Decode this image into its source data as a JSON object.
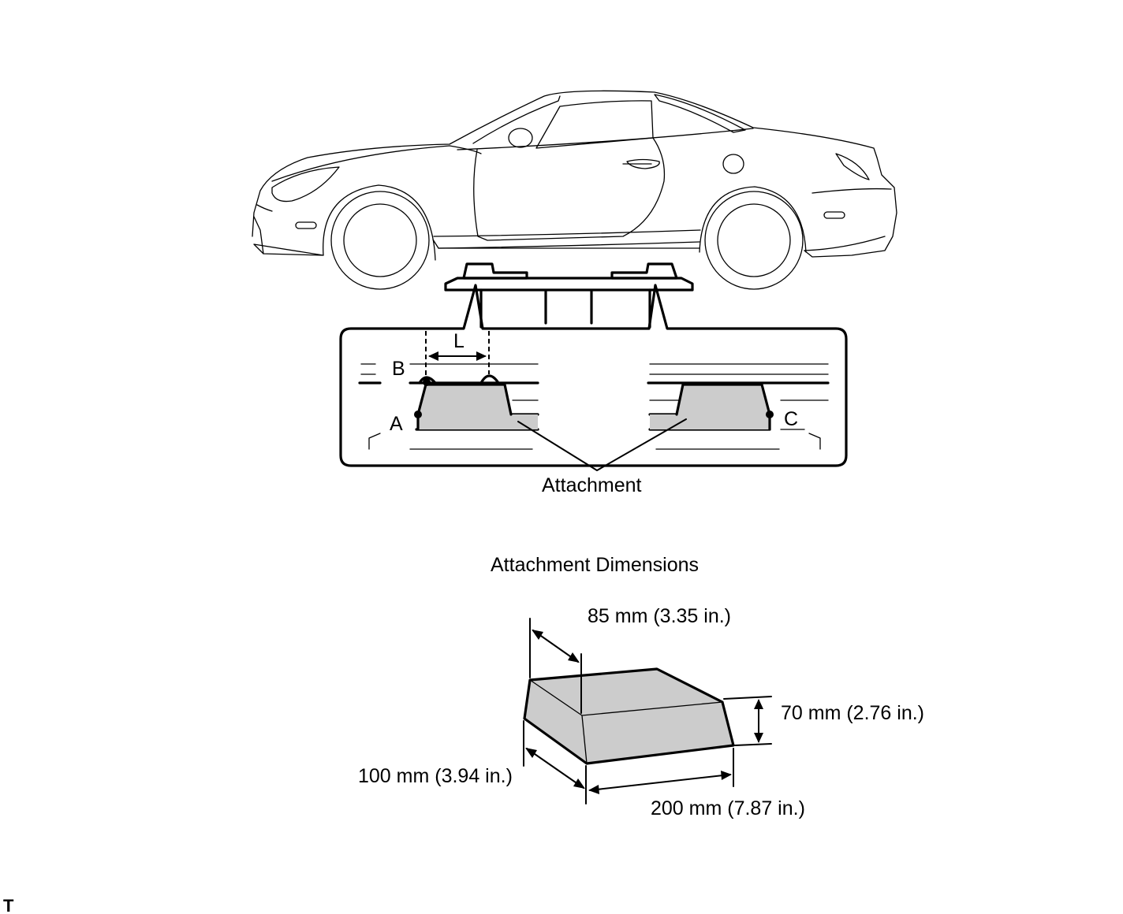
{
  "labels": {
    "point_a": "A",
    "point_b": "B",
    "point_c": "C",
    "distance_l": "L",
    "attachment": "Attachment"
  },
  "dimensions": {
    "title": "Attachment Dimensions",
    "top_width": "85 mm (3.35 in.)",
    "height": "70 mm (2.76 in.)",
    "depth": "100 mm (3.94 in.)",
    "length": "200 mm (7.87 in.)"
  },
  "corner_mark": "T",
  "colors": {
    "line": "#000000",
    "attachment_fill": "#cccccc",
    "background": "#ffffff"
  }
}
